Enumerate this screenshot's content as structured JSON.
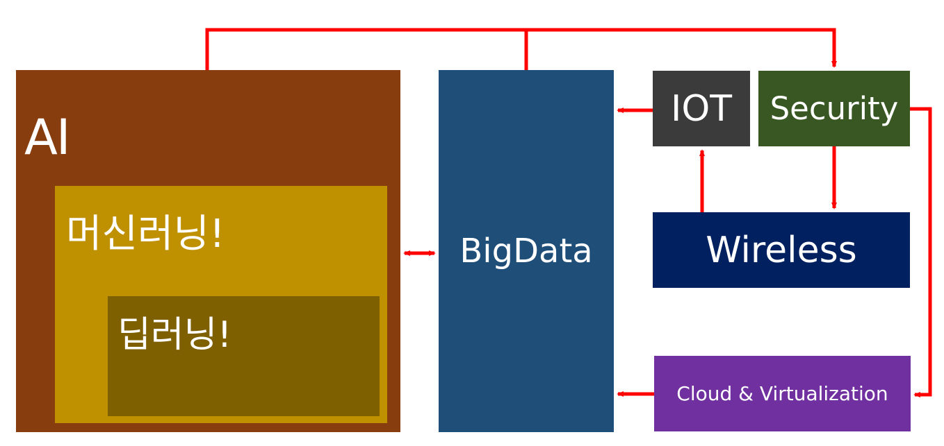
{
  "nodes": {
    "ai": {
      "label": "AI",
      "color": "#873D0D"
    },
    "machine_learning": {
      "label": "머신러닝!",
      "color": "#BF9000"
    },
    "deep_learning": {
      "label": "딥러닝!",
      "color": "#7F6000"
    },
    "bigdata": {
      "label": "BigData",
      "color": "#1F4E79"
    },
    "iot": {
      "label": "IOT",
      "color": "#3B3B3B"
    },
    "security": {
      "label": "Security",
      "color": "#385723"
    },
    "wireless": {
      "label": "Wireless",
      "color": "#002060"
    },
    "cloud": {
      "label": "Cloud & Virtualization",
      "color": "#7030A0"
    }
  },
  "connector_color": "#FF0000"
}
